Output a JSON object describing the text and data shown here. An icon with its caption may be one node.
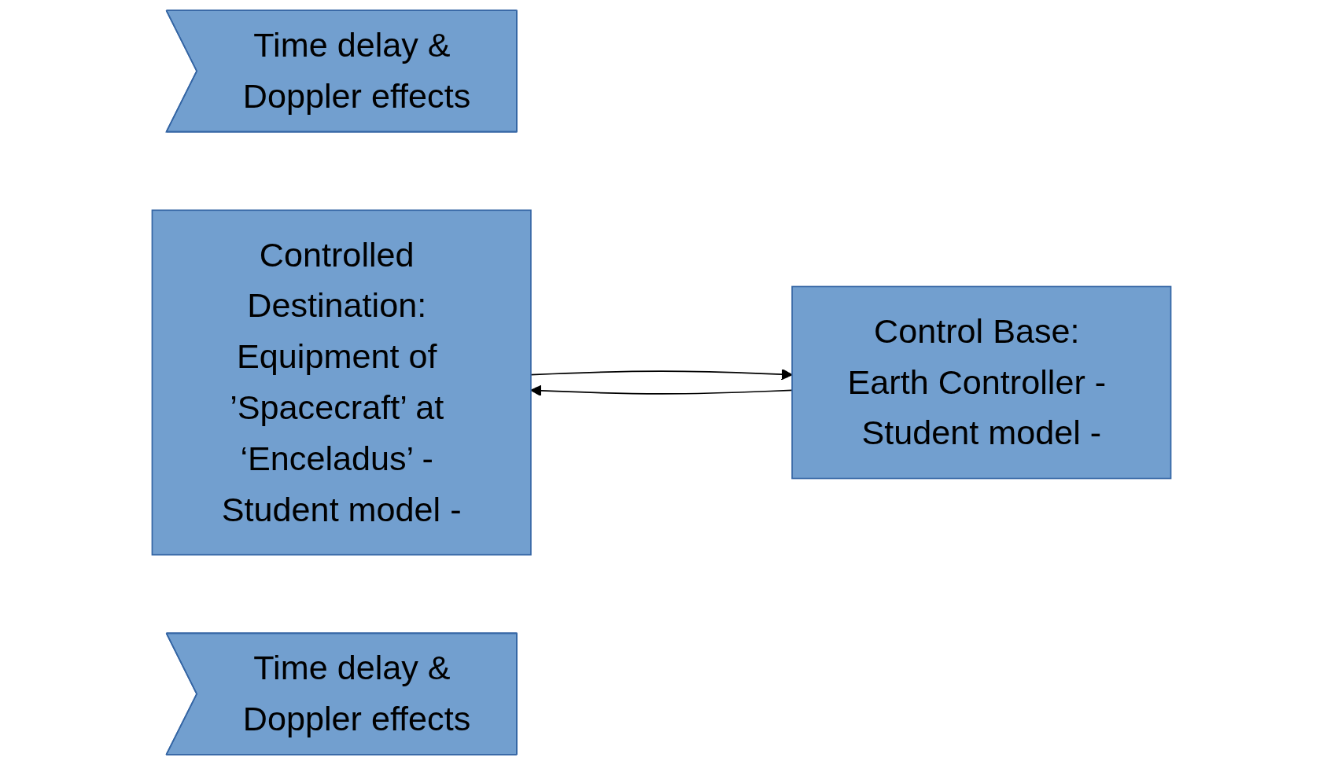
{
  "diagram": {
    "nodes": [
      {
        "text": [
          "Time delay & Doppler effects"
        ]
      },
      {
        "text": [
          "Controlled Destination: Equipment of ’Spacecraft’ at ‘Enceladus’ - Student model -"
        ]
      },
      {
        "text": [
          "Control Base: Earth Controller - Student model -"
        ]
      },
      {
        "text": [
          "Time delay & Doppler effects"
        ]
      }
    ],
    "edges": [
      {
        "from": 2,
        "to": 1,
        "arrow": "to"
      },
      {
        "from": 1,
        "to": 2,
        "arrow": "to"
      }
    ]
  }
}
